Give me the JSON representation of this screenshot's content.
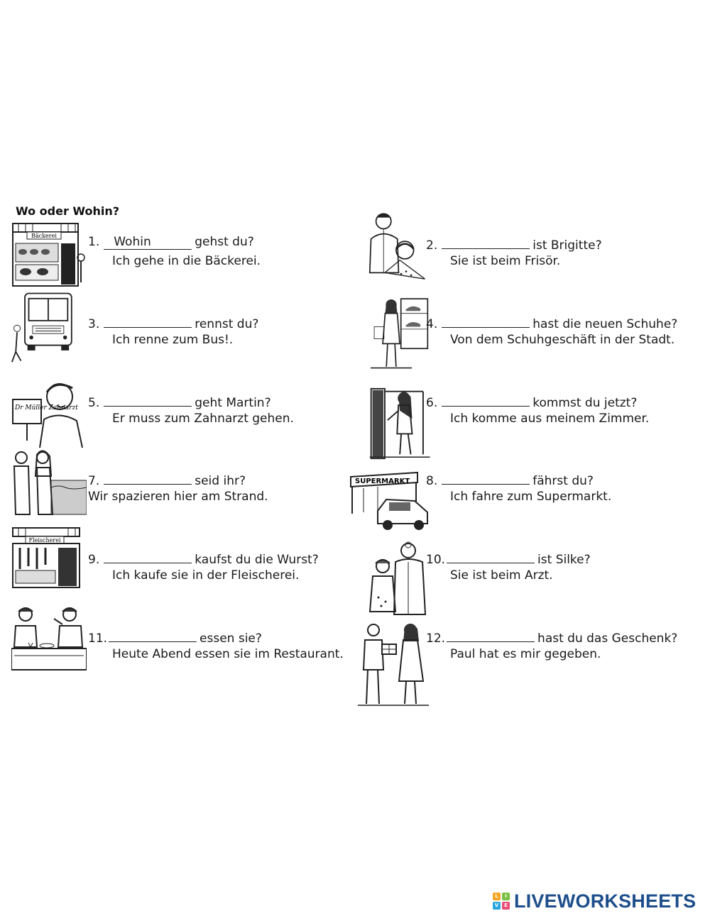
{
  "worksheet": {
    "title": "Wo oder Wohin?",
    "items": [
      {
        "num": "1.",
        "answer": "Wohin",
        "rest": "gehst du?",
        "sentence": "Ich gehe in die Bäckerei.",
        "image": "bakery-icon",
        "sign": "Bäckerei"
      },
      {
        "num": "2.",
        "answer": "",
        "rest": "ist Brigitte?",
        "sentence": "Sie ist beim Frisör.",
        "image": "hairdresser-icon"
      },
      {
        "num": "3.",
        "answer": "",
        "rest": "rennst du?",
        "sentence": "Ich renne zum Bus!.",
        "image": "bus-icon"
      },
      {
        "num": "4.",
        "answer": "",
        "rest": "hast die neuen Schuhe?",
        "sentence": "Von dem Schuhgeschäft in der Stadt.",
        "image": "shoe-shop-icon"
      },
      {
        "num": "5.",
        "answer": "",
        "rest": "geht Martin?",
        "sentence": "Er muss zum Zahnarzt gehen.",
        "image": "dentist-icon",
        "sign": "Dr Müller Zahnarzt"
      },
      {
        "num": "6.",
        "answer": "",
        "rest": "kommst du jetzt?",
        "sentence": "Ich komme aus meinem Zimmer.",
        "image": "door-icon"
      },
      {
        "num": "7.",
        "answer": "",
        "rest": "seid ihr?",
        "sentence": "Wir spazieren hier am Strand.",
        "image": "beach-icon"
      },
      {
        "num": "8.",
        "answer": "",
        "rest": "fährst du?",
        "sentence": "Ich fahre zum Supermarkt.",
        "image": "supermarket-icon",
        "sign": "SUPERMARKT"
      },
      {
        "num": "9.",
        "answer": "",
        "rest": "kaufst du die Wurst?",
        "sentence": "Ich kaufe sie in der Fleischerei.",
        "image": "butcher-icon",
        "sign": "Fleischerei"
      },
      {
        "num": "10.",
        "answer": "",
        "rest": "ist Silke?",
        "sentence": "Sie ist beim Arzt.",
        "image": "doctor-icon"
      },
      {
        "num": "11.",
        "answer": "",
        "rest": "essen sie?",
        "sentence": "Heute Abend essen sie im Restaurant.",
        "image": "restaurant-icon"
      },
      {
        "num": "12.",
        "answer": "",
        "rest": "hast du das Geschenk?",
        "sentence": "Paul hat es mir gegeben.",
        "image": "gift-icon"
      }
    ]
  },
  "branding": {
    "logo_text": "LIVEWORKSHEETS",
    "logo_letters": [
      "L",
      "I",
      "V",
      "E"
    ],
    "logo_colors": [
      "#f5a623",
      "#7ac143",
      "#2aa7df",
      "#e94e77"
    ],
    "text_color": "#1e4e8c"
  }
}
